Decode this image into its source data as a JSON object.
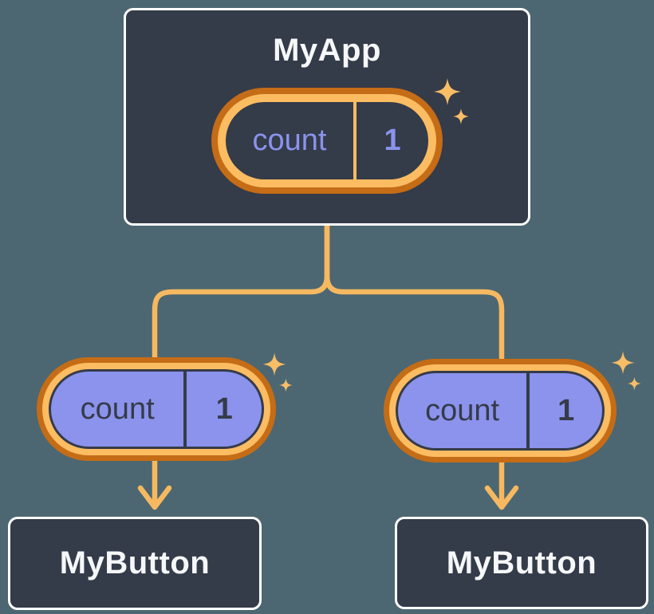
{
  "tree": {
    "root": {
      "label": "MyApp",
      "state_pill": {
        "name": "count",
        "value": "1"
      }
    },
    "children": [
      {
        "label": "MyButton",
        "props_pill": {
          "name": "count",
          "value": "1"
        }
      },
      {
        "label": "MyButton",
        "props_pill": {
          "name": "count",
          "value": "1"
        }
      }
    ]
  },
  "colors": {
    "background": "#4C6771",
    "node_fill": "#343B49",
    "node_border": "#FFFFFF",
    "node_text": "#F6F7F9",
    "pill_ring_dark_orange": "#C56C16",
    "pill_ring_light_orange": "#FBBC62",
    "connector_orange": "#F6B860",
    "sparkle_orange": "#F9BD66",
    "state_text_purple": "#8B93EC",
    "props_fill_purple": "#8B93EC",
    "props_text_dark": "#353B49"
  }
}
